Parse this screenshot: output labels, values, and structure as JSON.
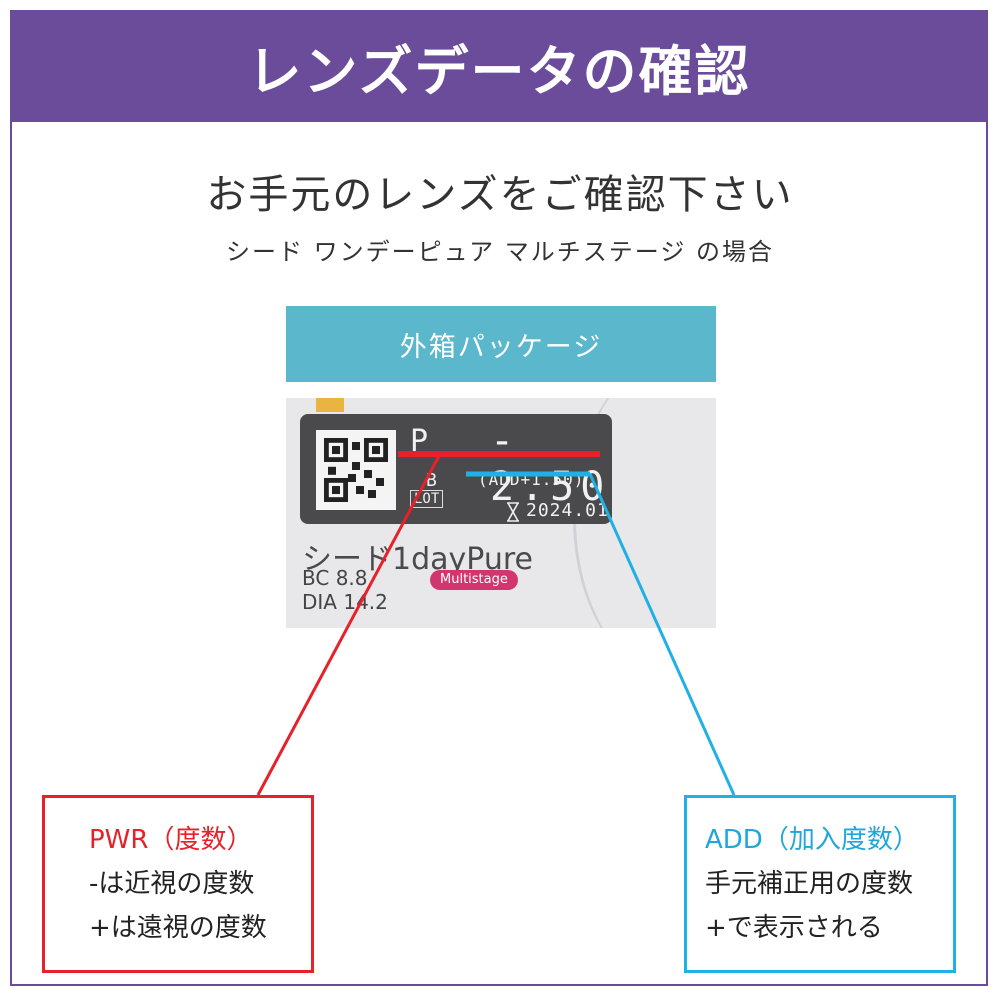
{
  "header": {
    "title": "レンズデータの確認"
  },
  "intro": {
    "subtitle": "お手元のレンズをご確認下さい",
    "caption": "シード ワンデーピュア マルチステージ の場合"
  },
  "package": {
    "label": "外箱パッケージ",
    "lens_label": {
      "p": "P",
      "power": "- 2.50",
      "b": "B",
      "lot": "LOT",
      "add": "(ADD+1.50)",
      "expiry": "2024.01"
    },
    "brand": "シード1dayPure",
    "badge": "Multistage",
    "bc": "BC 8.8",
    "dia": "DIA 14.2"
  },
  "pwr_box": {
    "title": "PWR（度数）",
    "line1": "-は近視の度数",
    "line2": "+は遠視の度数",
    "color": "#e8202a"
  },
  "add_box": {
    "title": "ADD（加入度数）",
    "line1": "手元補正用の度数",
    "line2": "+で表示される",
    "color": "#1fb1e6"
  },
  "colors": {
    "header_bg": "#6b4c9b",
    "package_label_bg": "#5bb7cc"
  },
  "icons": {
    "expiry": "hourglass-icon",
    "qr": "qr-code-icon"
  }
}
